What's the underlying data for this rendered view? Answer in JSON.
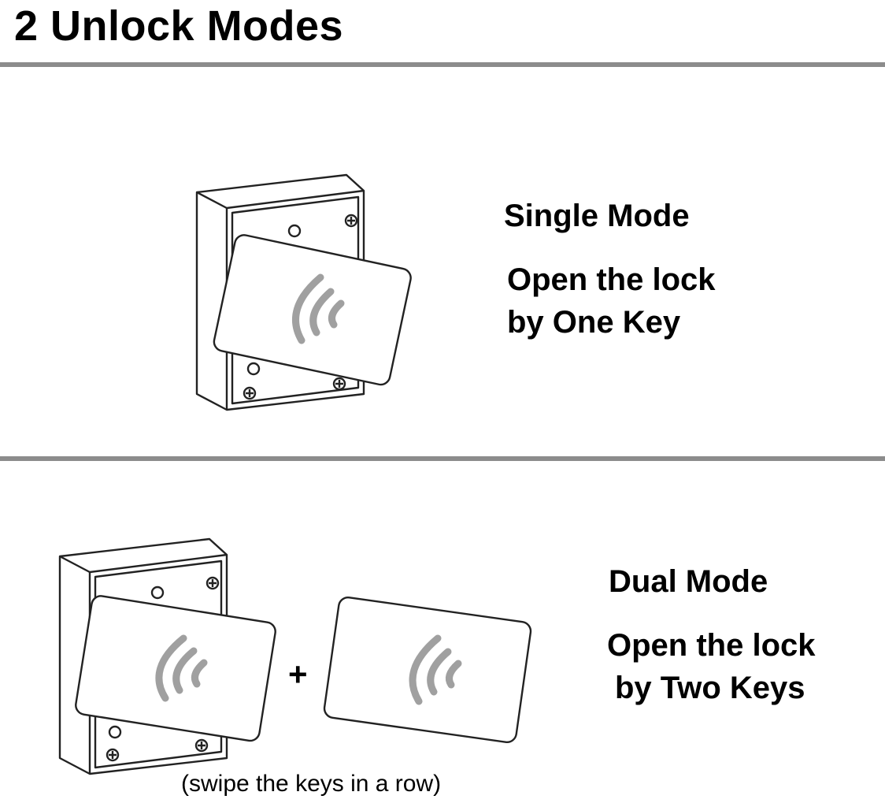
{
  "title": "2 Unlock Modes",
  "single": {
    "title": "Single Mode",
    "desc": [
      "Open the lock",
      "by One Key"
    ]
  },
  "dual": {
    "title": "Dual Mode",
    "desc": [
      "Open the lock",
      "by Two Keys"
    ],
    "plus": "+",
    "caption": "(swipe the keys in a row)"
  },
  "colors": {
    "divider": "#8c8c8c",
    "wave": "#a0a0a0"
  },
  "icons": [
    "lock-box-icon",
    "key-card-icon",
    "rfid-wave-icon",
    "screw-icon"
  ]
}
